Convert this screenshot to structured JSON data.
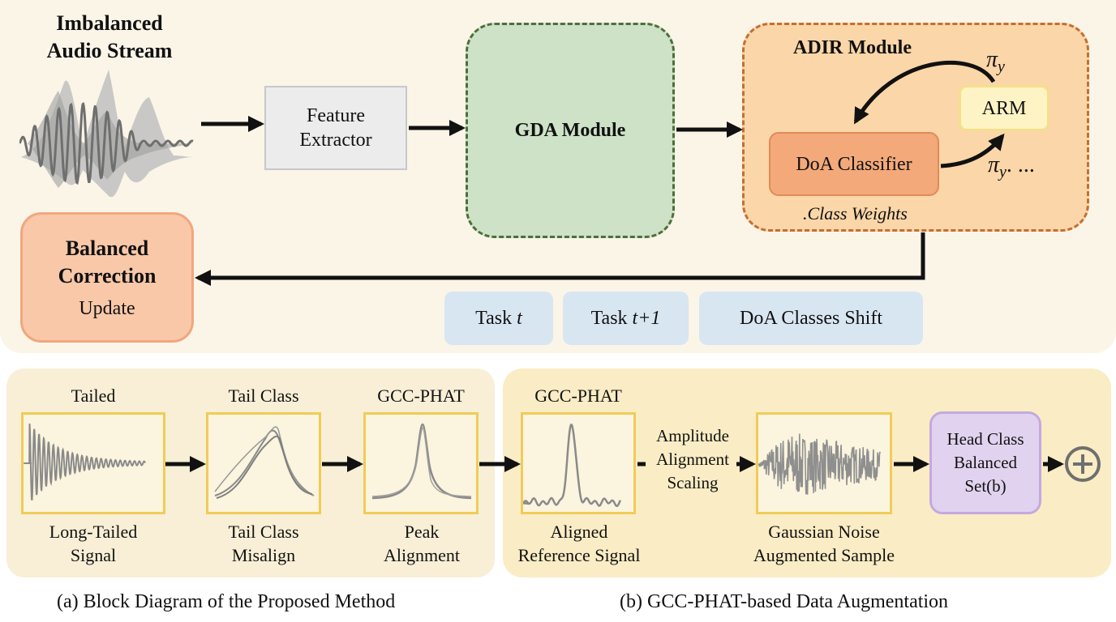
{
  "top_panel": {
    "input": {
      "title_line1": "Imbalanced",
      "title_line2": "Audio Stream",
      "icon": "waveform-icon"
    },
    "feature_extractor": {
      "line1": "Feature",
      "line2": "Extractor"
    },
    "gda_module": {
      "label": "GDA Module"
    },
    "adir_module": {
      "title": "ADIR Module",
      "classifier": "DoA Classifier",
      "arm": "ARM",
      "pi_top": "π",
      "pi_top_sub": "y",
      "pi_bottom": "π",
      "pi_bottom_sub": "y",
      "pi_bottom_suffix": ". ...",
      "class_weights": ".Class Weights"
    },
    "balanced_correction": {
      "line1": "Balanced",
      "line2": "Correction",
      "line3": "Update"
    },
    "tasks": [
      {
        "prefix": "Task ",
        "italic": "t"
      },
      {
        "prefix": "Task ",
        "italic": "t+1"
      },
      {
        "prefix": "DoA Classes Shift",
        "italic": ""
      }
    ]
  },
  "panel_a": {
    "steps": [
      {
        "top": "Tailed",
        "bottom1": "Long-Tailed",
        "bottom2": "Signal",
        "icon": "decaying-waveform-icon"
      },
      {
        "top": "Tail Class",
        "bottom1": "Tail Class",
        "bottom2": "Misalign",
        "icon": "misaligned-peaks-icon"
      },
      {
        "top": "GCC-PHAT",
        "bottom1": "Peak",
        "bottom2": "Alignment",
        "icon": "aligned-peak-icon"
      }
    ]
  },
  "panel_b": {
    "reference": {
      "top": "GCC-PHAT",
      "bottom1": "Aligned",
      "bottom2": "Reference Signal",
      "icon": "reference-peak-icon"
    },
    "scaling": {
      "line1": "Amplitude",
      "line2": "Alignment",
      "line3": "Scaling"
    },
    "noise": {
      "bottom1": "Gaussian Noise",
      "bottom2": "Augmented Sample",
      "icon": "noise-waveform-icon"
    },
    "head_class": {
      "line1": "Head Class",
      "line2": "Balanced",
      "line3": "Set(b)"
    },
    "sum_icon": "circled-plus-icon"
  },
  "captions": {
    "a": "(a) Block Diagram of the Proposed Method",
    "b": "(b) GCC-PHAT-based Data Augmentation"
  },
  "colors": {
    "gda_fill": "#cde2c6",
    "gda_border": "#4e6e3c",
    "adir_fill": "#fbd6a8",
    "adir_border": "#c46f34",
    "doa_fill": "#f3a979",
    "arm_fill": "#fdf3c4",
    "balanced_fill": "#f9c8a8",
    "task_fill": "#d8e6f2",
    "head_fill": "#e1d3ef",
    "signal_border": "#f0cc58"
  }
}
